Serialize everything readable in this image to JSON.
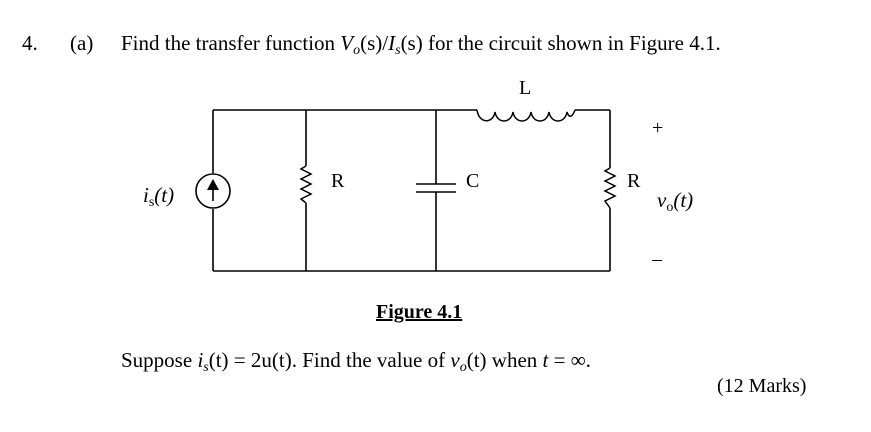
{
  "question": {
    "number": "4.",
    "part": "(a)",
    "text_before": "Find the transfer function ",
    "vo_symbol": "V",
    "vo_sub": "o",
    "s_arg_1": "(s)/",
    "is_symbol": "I",
    "is_sub": "s",
    "text_after": "(s) for the circuit shown in Figure 4.1."
  },
  "figure": {
    "caption": "Figure 4.1",
    "labels": {
      "inductor": "L",
      "resistor_left": "R",
      "capacitor": "C",
      "resistor_right": "R",
      "plus": "+",
      "minus": "–",
      "source_i": "i",
      "source_sub": "s",
      "source_arg": "(t)",
      "output_v": "v",
      "output_sub": "o",
      "output_arg": "(t)"
    }
  },
  "followup": {
    "prefix": "Suppose ",
    "i_sym": "i",
    "i_sub": "s",
    "expr1": "(t) = 2u(t).",
    "middle": " Find the value of ",
    "v_sym": "v",
    "v_sub": "o",
    "expr2": "(t) when ",
    "t_sym": "t",
    "expr3": " = ∞."
  },
  "marks": "(12 Marks)"
}
